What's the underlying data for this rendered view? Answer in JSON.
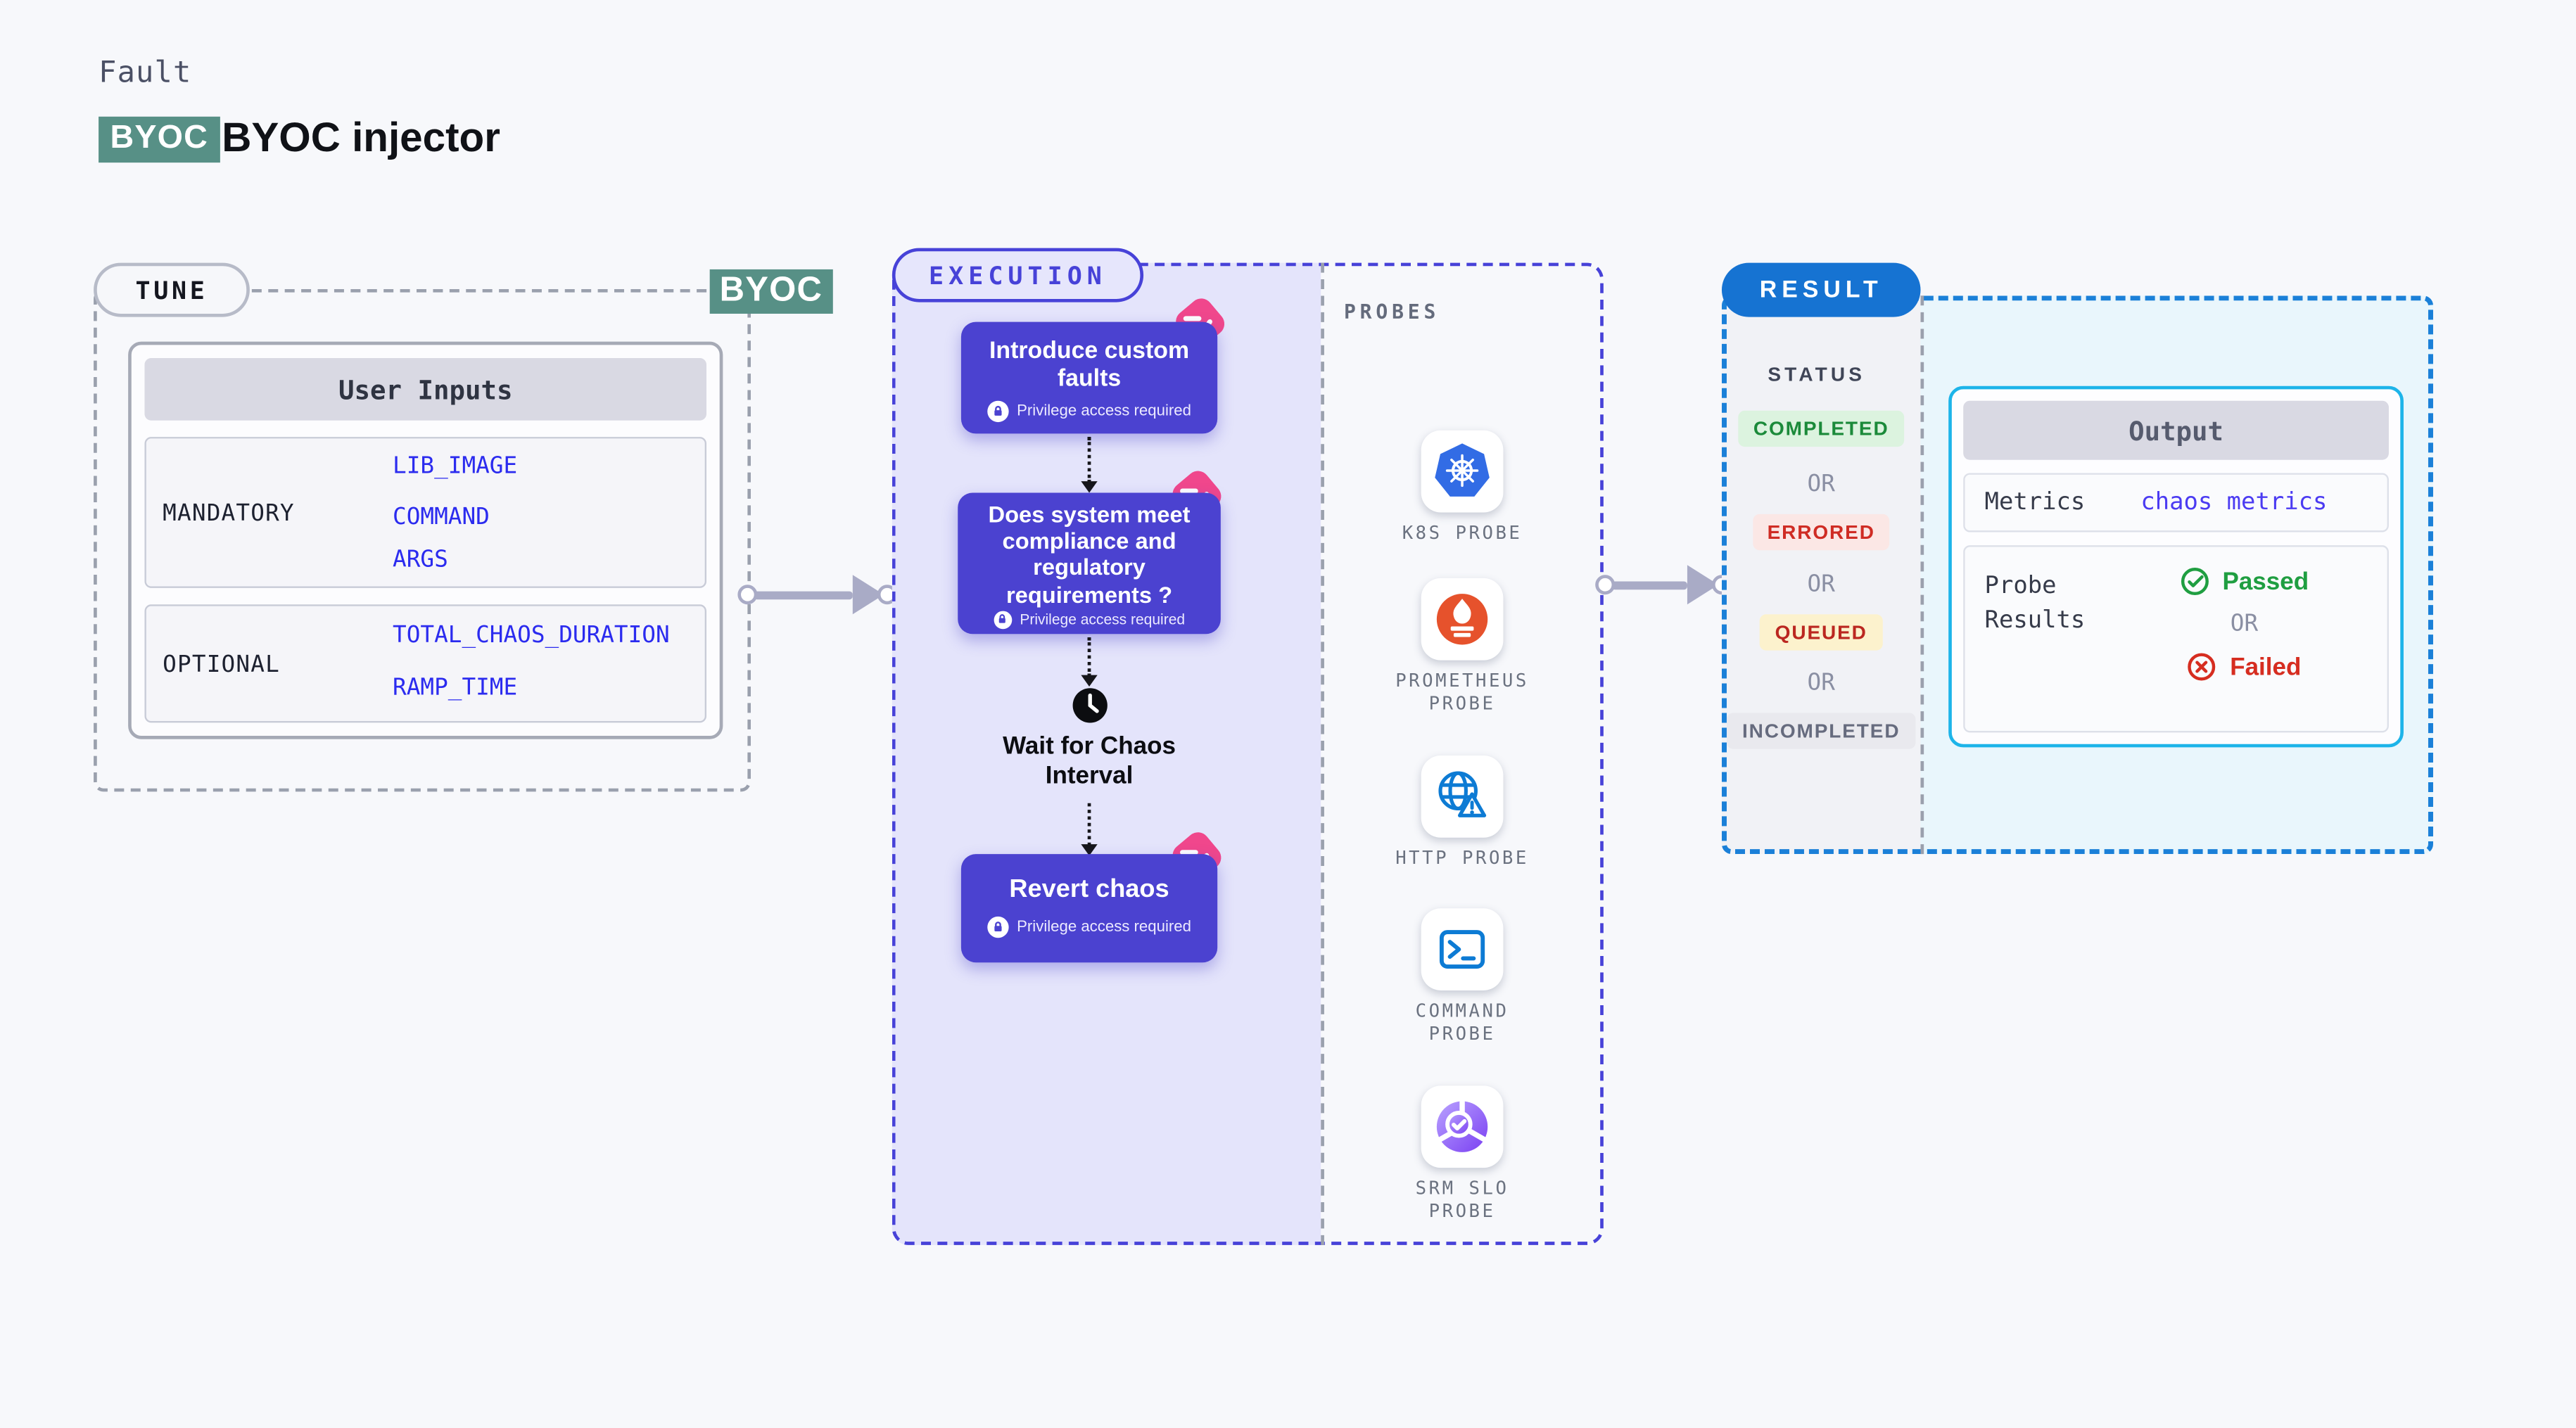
{
  "header": {
    "fault_label": "Fault",
    "byoc_badge": "BYOC",
    "title": "BYOC injector"
  },
  "common": {
    "or_label": "OR"
  },
  "tune": {
    "pill_label": "TUNE",
    "corner_badge": "BYOC",
    "user_inputs": {
      "header": "User Inputs",
      "rows": [
        {
          "label": "MANDATORY",
          "values": [
            "LIB_IMAGE",
            "COMMAND",
            "ARGS"
          ]
        },
        {
          "label": "OPTIONAL",
          "values": [
            "TOTAL_CHAOS_DURATION",
            "RAMP_TIME"
          ]
        }
      ]
    }
  },
  "execution": {
    "pill_label": "EXECUTION",
    "privilege_label": "Privilege access required",
    "steps": [
      {
        "title": "Introduce custom faults"
      },
      {
        "title": "Does system meet compliance and regulatory requirements ?"
      },
      {
        "title": "Revert chaos"
      }
    ],
    "wait_label": "Wait for Chaos Interval"
  },
  "probes": {
    "panel_label": "PROBES",
    "items": [
      {
        "name": "K8S PROBE",
        "icon": "kubernetes-icon"
      },
      {
        "name": "PROMETHEUS PROBE",
        "icon": "prometheus-icon"
      },
      {
        "name": "HTTP PROBE",
        "icon": "globe-warning-icon"
      },
      {
        "name": "COMMAND PROBE",
        "icon": "terminal-icon"
      },
      {
        "name": "SRM SLO PROBE",
        "icon": "slo-check-icon"
      }
    ]
  },
  "result": {
    "pill_label": "RESULT",
    "status_heading": "STATUS",
    "statuses": [
      {
        "label": "COMPLETED",
        "type": "completed",
        "text_color": "#1b8a3a",
        "bg_color": "#dcf3df"
      },
      {
        "label": "ERRORED",
        "type": "errored",
        "text_color": "#cf2c24",
        "bg_color": "#fbe7e5"
      },
      {
        "label": "QUEUED",
        "type": "queued",
        "text_color": "#bb2720",
        "bg_color": "#fcf2cd"
      },
      {
        "label": "INCOMPLETED",
        "type": "incompleted",
        "text_color": "#666b7e",
        "bg_color": "#e9e9ee"
      }
    ],
    "output": {
      "header": "Output",
      "metrics_label": "Metrics",
      "metrics_value": "chaos metrics",
      "probe_results_label": "Probe Results",
      "passed_label": "Passed",
      "failed_label": "Failed"
    }
  },
  "colors": {
    "indigo_accent": "#4742d8",
    "purple_step": "#4b42d0",
    "teal_badge": "#579086",
    "result_blue": "#1673d2",
    "cyan_border": "#1db4e9",
    "env_var_blue": "#2b2bef",
    "metrics_value_indigo": "#4b3bf2",
    "passed_green": "#1f9e41",
    "failed_red": "#d62d20",
    "pink_marker": "#f0478c",
    "arrow_gray": "#a9abc6"
  }
}
